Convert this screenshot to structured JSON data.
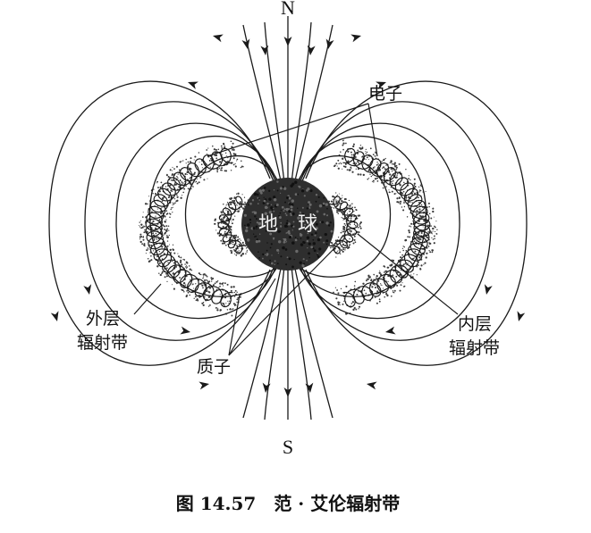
{
  "labels": {
    "north": "N",
    "south": "S",
    "earth": "地　球",
    "electron": "电子",
    "outer_belt_1": "外层",
    "outer_belt_2": "辐射带",
    "inner_belt_1": "内层",
    "inner_belt_2": "辐射带",
    "proton": "质子"
  },
  "caption": "图 14.57　范 · 艾伦辐射带",
  "colors": {
    "ink": "#1a1a1a",
    "earth": "#2e2e2e",
    "belt_dots": "#3a3a3a"
  }
}
